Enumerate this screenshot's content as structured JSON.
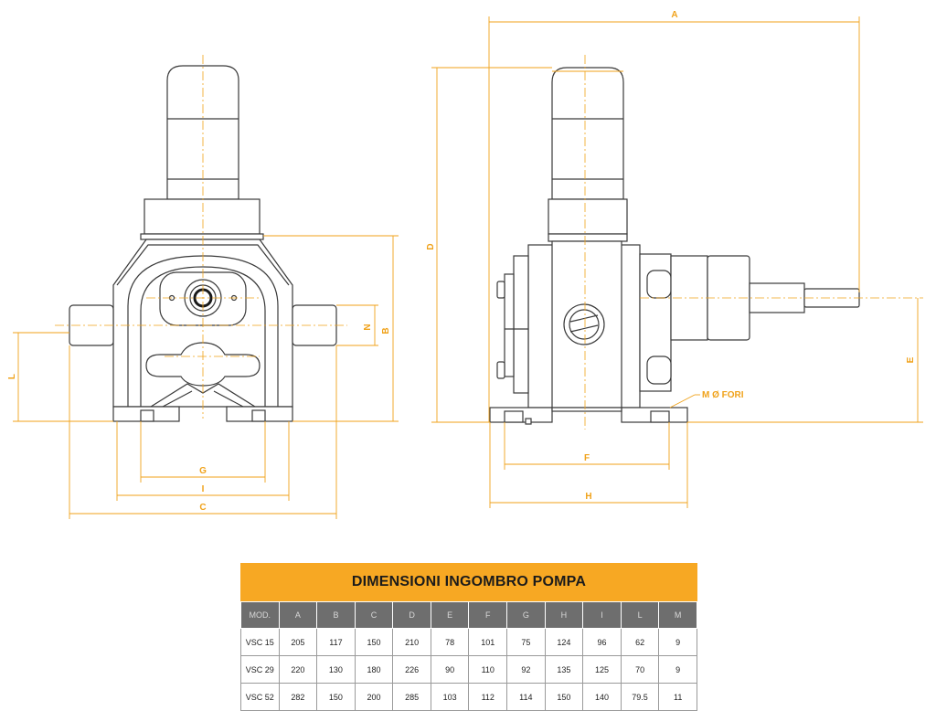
{
  "labels": {
    "A": "A",
    "B": "B",
    "C": "C",
    "D": "D",
    "E": "E",
    "F": "F",
    "G": "G",
    "H": "H",
    "I": "I",
    "L": "L",
    "N": "N",
    "holes": "M Ø FORI"
  },
  "colors": {
    "accent": "#f7a823",
    "dimension": "#f0a21a",
    "header": "#6e6e6e",
    "line": "#3a3a3a"
  },
  "table": {
    "title": "DIMENSIONI INGOMBRO POMPA",
    "headers": [
      "MOD.",
      "A",
      "B",
      "C",
      "D",
      "E",
      "F",
      "G",
      "H",
      "I",
      "L",
      "M"
    ],
    "rows": [
      [
        "VSC 15",
        "205",
        "117",
        "150",
        "210",
        "78",
        "101",
        "75",
        "124",
        "96",
        "62",
        "9"
      ],
      [
        "VSC 29",
        "220",
        "130",
        "180",
        "226",
        "90",
        "110",
        "92",
        "135",
        "125",
        "70",
        "9"
      ],
      [
        "VSC 52",
        "282",
        "150",
        "200",
        "285",
        "103",
        "112",
        "114",
        "150",
        "140",
        "79.5",
        "11"
      ]
    ]
  }
}
